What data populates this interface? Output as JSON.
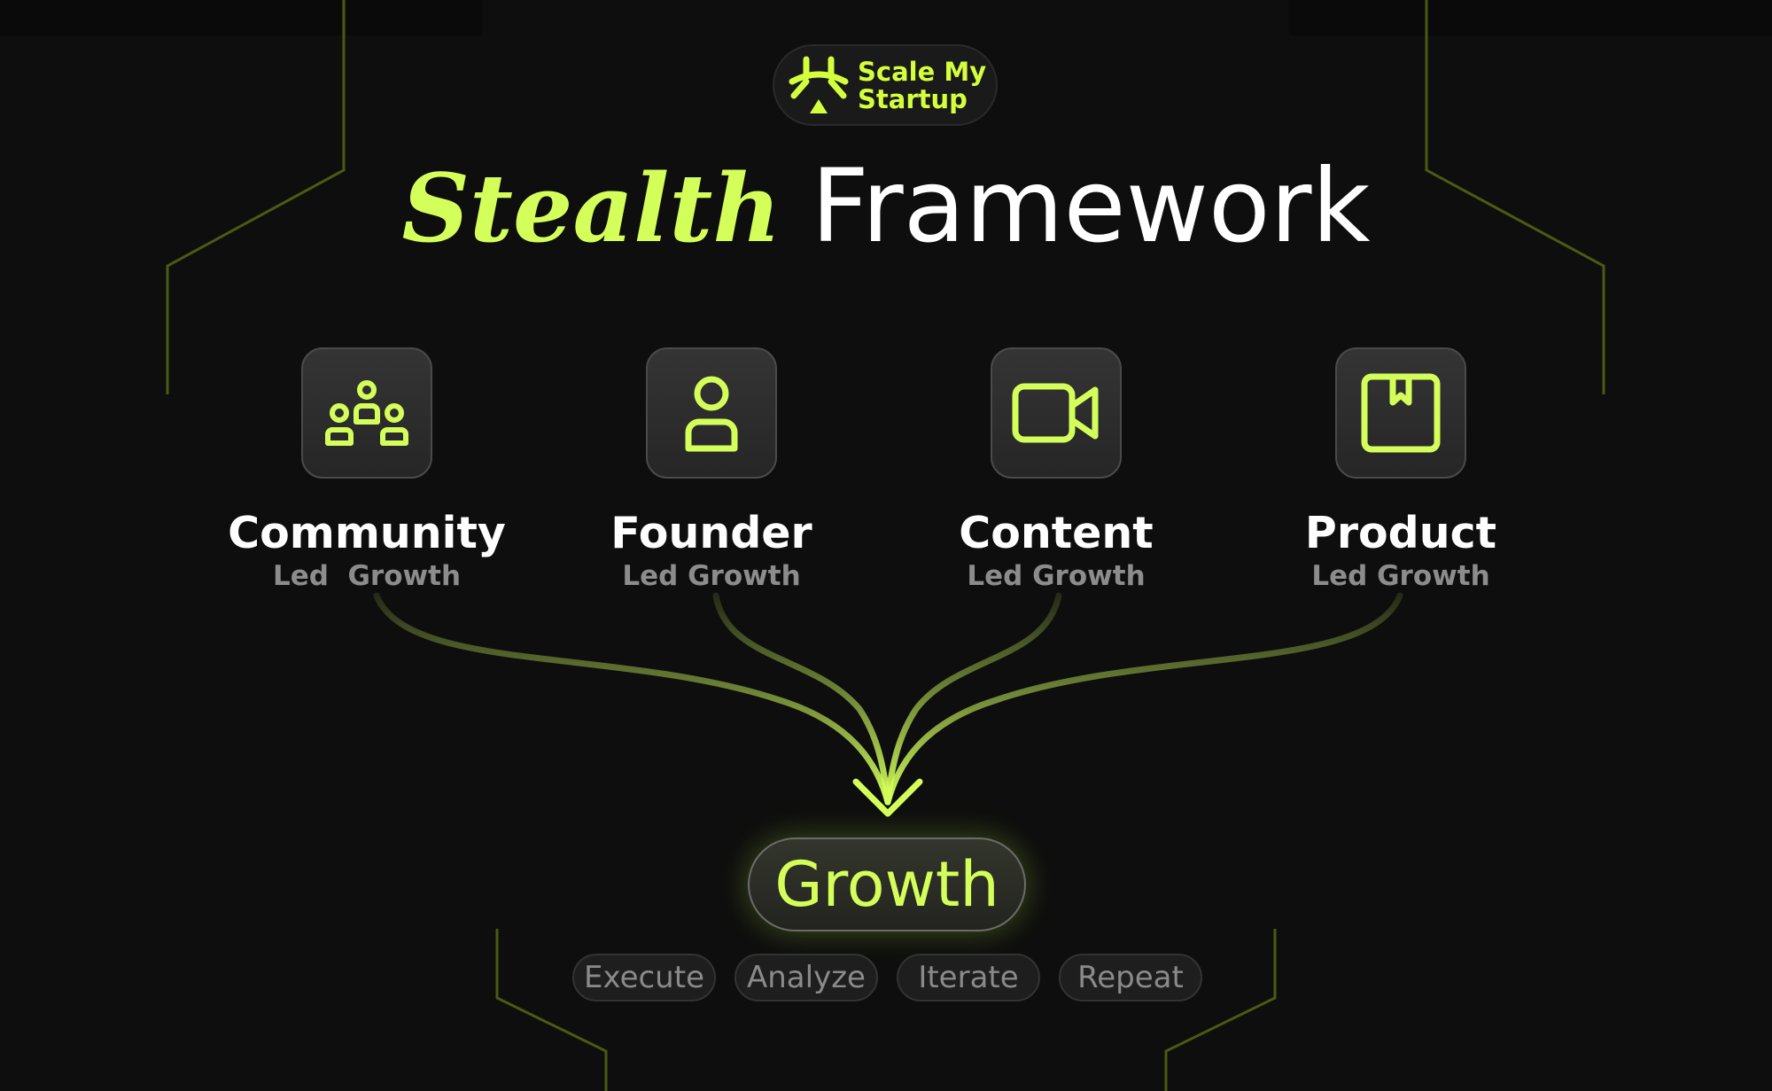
{
  "brand": {
    "name_line1": "Scale My",
    "name_line2": "Startup",
    "logo_icon": "scale-my-startup-logo-icon",
    "accent_color": "#d4ff3c"
  },
  "title": {
    "accent": "Stealth",
    "main": "Framework"
  },
  "pillars": [
    {
      "title": "Community",
      "subtitle": "Led  Growth",
      "icon": "community-icon"
    },
    {
      "title": "Founder",
      "subtitle": "Led Growth",
      "icon": "person-icon"
    },
    {
      "title": "Content",
      "subtitle": "Led Growth",
      "icon": "video-camera-icon"
    },
    {
      "title": "Product",
      "subtitle": "Led Growth",
      "icon": "box-icon"
    }
  ],
  "outcome": {
    "label": "Growth"
  },
  "steps": [
    "Execute",
    "Analyze",
    "Iterate",
    "Repeat"
  ],
  "colors": {
    "background": "#0e0e0e",
    "accent": "#d4ff5a",
    "frame_lines": "#4a5a12",
    "muted_text": "#8c8c8c"
  }
}
